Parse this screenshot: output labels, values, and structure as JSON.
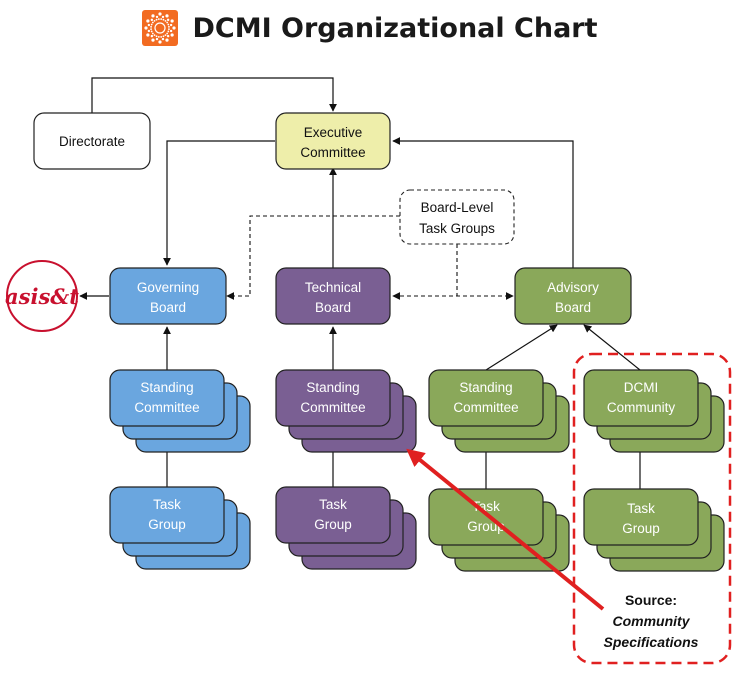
{
  "title": "DCMI Organizational Chart",
  "colors": {
    "executive": "#eeeeaa",
    "blue": "#6aa6df",
    "purple": "#7a5f93",
    "green": "#8aa85a",
    "source_border": "#e02020",
    "arrow": "#e02020"
  },
  "icons": {
    "dcmi_logo": "dcmi-sunburst-logo",
    "asist_logo": "asist-logo"
  },
  "nodes": {
    "directorate": [
      "Directorate"
    ],
    "executive": [
      "Executive",
      "Committee"
    ],
    "board_level": [
      "Board-Level",
      "Task Groups"
    ],
    "governing": [
      "Governing",
      "Board"
    ],
    "technical": [
      "Technical",
      "Board"
    ],
    "advisory": [
      "Advisory",
      "Board"
    ],
    "standing_blue": [
      "Standing",
      "Committee"
    ],
    "standing_purple": [
      "Standing",
      "Committee"
    ],
    "standing_green": [
      "Standing",
      "Committee"
    ],
    "dcmi_community": [
      "DCMI",
      "Community"
    ],
    "task_blue": [
      "Task",
      "Group"
    ],
    "task_purple": [
      "Task",
      "Group"
    ],
    "task_green": [
      "Task",
      "Group"
    ],
    "task_community": [
      "Task",
      "Group"
    ]
  },
  "asist_label": "asis&t",
  "source": {
    "label": "Source:",
    "line1": "Community",
    "line2": "Specifications"
  }
}
